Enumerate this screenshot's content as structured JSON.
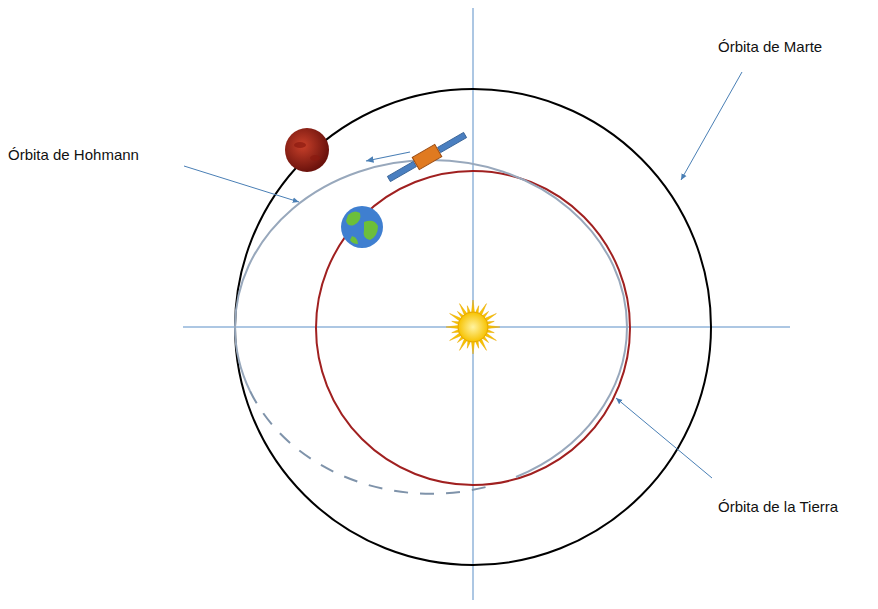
{
  "diagram": {
    "labels": [
      "Órbita de Marte",
      "Órbita de Hohmann",
      "Órbita de la Tierra"
    ]
  }
}
